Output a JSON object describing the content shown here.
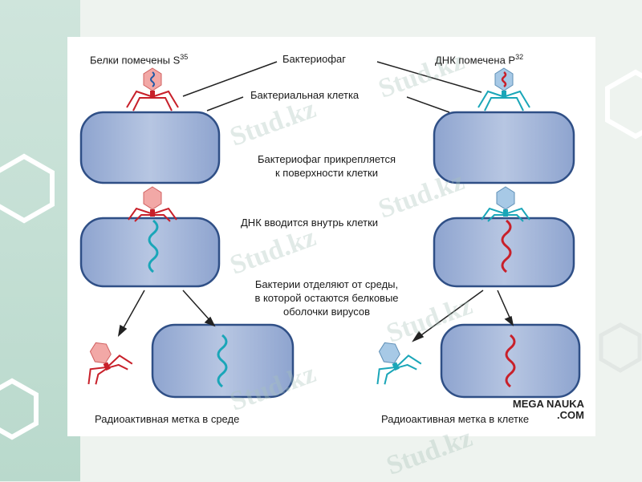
{
  "labels": {
    "proteins_labeled": "Белки помечены S",
    "proteins_isotope": "35",
    "bacteriophage": "Бактериофаг",
    "dna_labeled": "ДНК помечена P",
    "dna_isotope": "32",
    "bacterial_cell": "Бактериальная клетка",
    "attach_line1": "Бактериофаг прикрепляется",
    "attach_line2": "к поверхности клетки",
    "dna_inject": "ДНК вводится внутрь клетки",
    "separate_line1": "Бактерии отделяют от среды,",
    "separate_line2": "в которой остаются  белковые",
    "separate_line3": "оболочки вирусов",
    "radio_medium": "Радиоактивная метка в среде",
    "radio_cell": "Радиоактивная метка в клетке"
  },
  "logo": {
    "line1": "MEGA NAUKA",
    "line2": ".COM"
  },
  "watermark": "Stud.kz",
  "colors": {
    "red_phage": "#c8202a",
    "cyan_phage": "#1aa6b8",
    "cell_fill": "#9fb3d8",
    "cell_stroke": "#2f4f86",
    "pink_head": "#f2a8a6",
    "blue_head": "#a7c9e6"
  }
}
